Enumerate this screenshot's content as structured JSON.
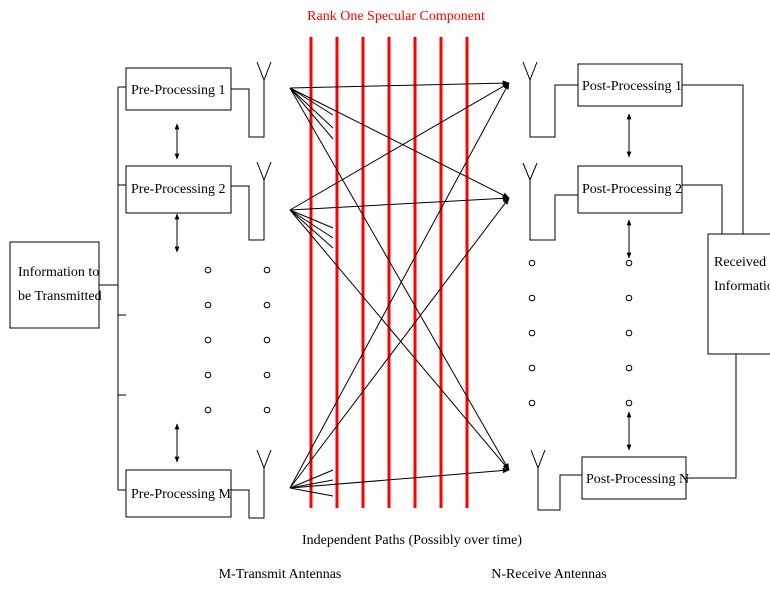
{
  "diagram": {
    "title": "Rank One Specular Component",
    "source_block": "Information to be Transmitted",
    "pre_blocks": [
      "Pre-Processing 1",
      "Pre-Processing 2",
      "Pre-Processing M"
    ],
    "post_blocks": [
      "Post-Processing 1",
      "Post-Processing 2",
      "Post-Processing N"
    ],
    "sink_block": "Received Information",
    "paths_caption": "Independent Paths (Possibly over time)",
    "tx_caption": "M-Transmit Antennas",
    "rx_caption": "N-Receive Antennas",
    "specular_color": "#ff0000",
    "line_color": "#000000"
  }
}
